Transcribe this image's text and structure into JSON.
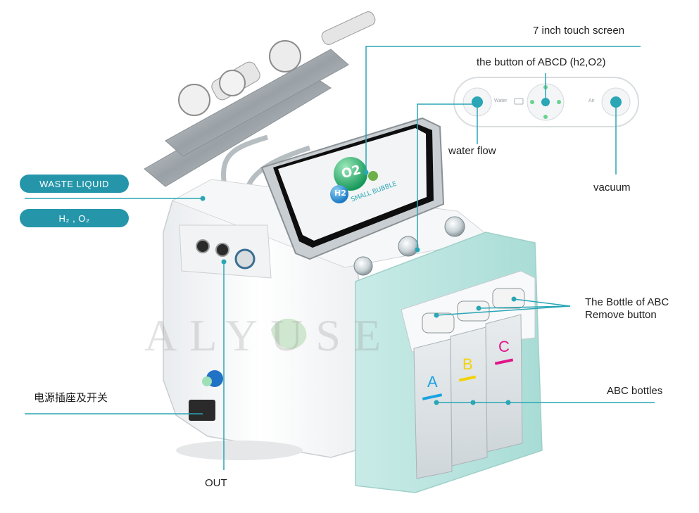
{
  "watermark": "ALYUSE",
  "callouts": {
    "waste_liquid": "WASTE LIQUID",
    "h2_o2": "H₂ , O₂",
    "power": "电源插座及开关",
    "out": "OUT",
    "touch_screen": "7 inch touch screen",
    "abcd_button": "the button of ABCD (h2,O2)",
    "water_flow": "water flow",
    "vacuum": "vacuum",
    "abc_remove_line1": "The Bottle of ABC",
    "abc_remove_line2": "Remove button",
    "abc_bottles": "ABC bottles"
  },
  "bottle_labels": [
    "A",
    "B",
    "C"
  ],
  "control_panel": {
    "water_text": "Water",
    "air_text": "Air"
  },
  "screen": {
    "logo_main": "O2",
    "logo_sub": "H2",
    "brand": "SMALL BUBBLE"
  },
  "colors": {
    "accent": "#2596aa",
    "line": "#2aa6b5",
    "mint": "#bfe6e2",
    "bottle_a": "#1aa3e0",
    "bottle_b": "#f2d20c",
    "bottle_c": "#e0168a"
  }
}
